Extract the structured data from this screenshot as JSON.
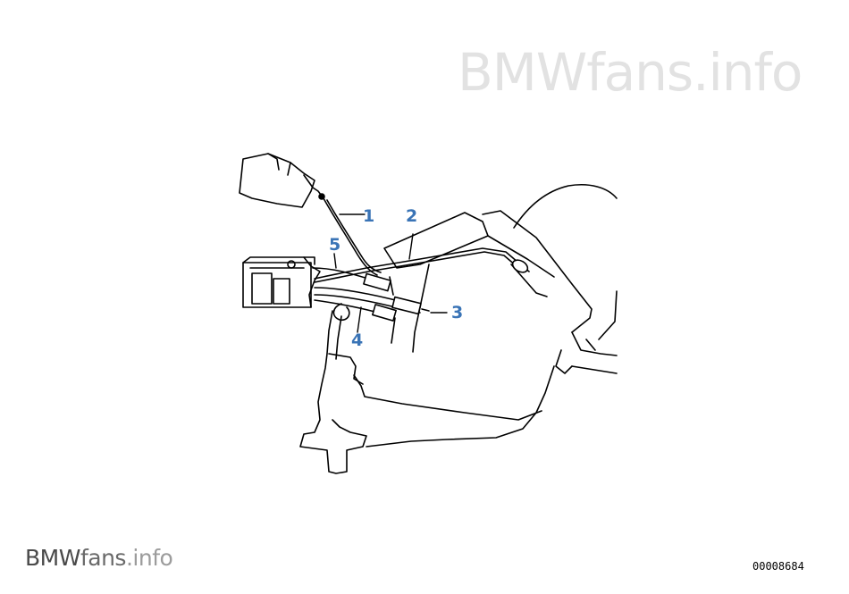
{
  "watermark_top": {
    "brand": "BMW",
    "site": "fans",
    "tld": ".info"
  },
  "watermark_bottom": {
    "brand": "BMW",
    "site": "fans",
    "tld": ".info"
  },
  "diagram_number": "00008684",
  "callouts": [
    {
      "id": "1",
      "label": "1"
    },
    {
      "id": "2",
      "label": "2"
    },
    {
      "id": "3",
      "label": "3"
    },
    {
      "id": "4",
      "label": "4"
    },
    {
      "id": "5",
      "label": "5"
    }
  ],
  "colors": {
    "callout": "#3a74b6",
    "line": "#000000",
    "watermark": "#e2e2e2"
  }
}
